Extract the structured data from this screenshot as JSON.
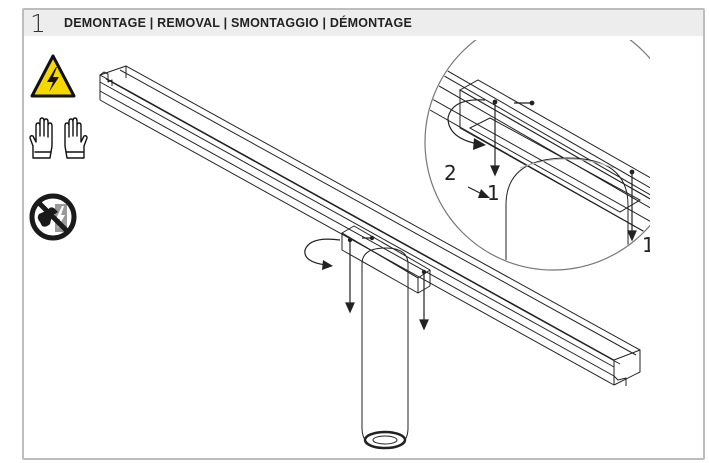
{
  "step": {
    "number": "1",
    "title": "DEMONTAGE | REMOVAL | SMONTAGGIO | DÉMONTAGE"
  },
  "icons": [
    "electric-hazard-warning-icon",
    "protective-gloves-icon",
    "no-touch-live-parts-icon"
  ],
  "callouts": {
    "arrow_1": "1",
    "arrow_2": "2",
    "arrow_1b": "1"
  },
  "colors": {
    "warning_yellow": "#f5d800",
    "prohibition_black": "#1a1a1a",
    "line": "#222222"
  }
}
